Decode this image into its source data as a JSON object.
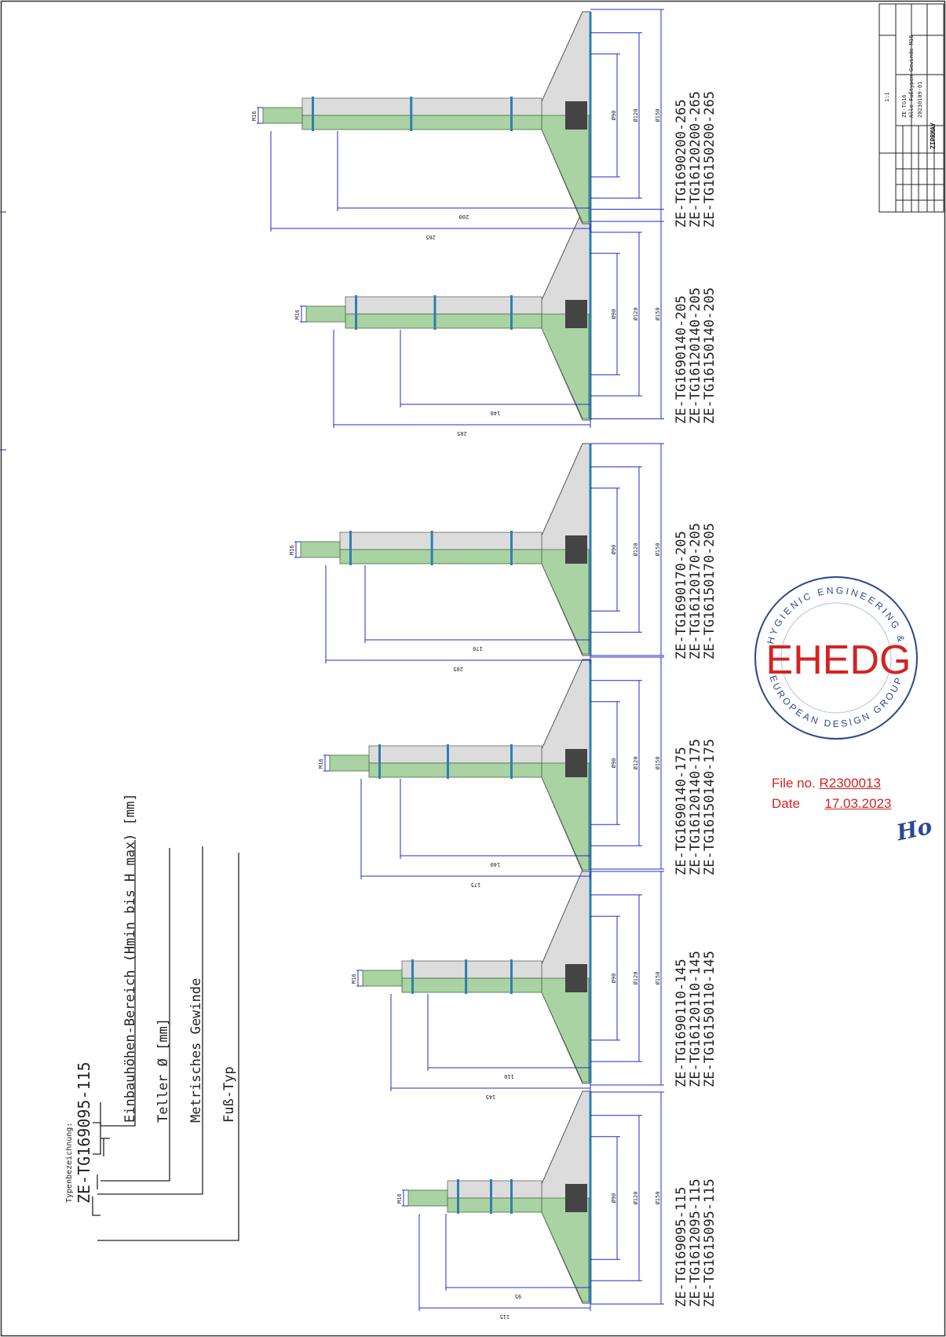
{
  "legend": {
    "caption": "Typenbezeichnung:",
    "code": "ZE-TG169095-115",
    "fields": [
      "Einbauhöhen-Bereich (Hmin bis H max) [mm]",
      "Teller Ø [mm]",
      "Metrisches Gewinde",
      "Fuß-Typ"
    ]
  },
  "variants": [
    {
      "codes": [
        "ZE-TG169095-115",
        "ZE-TG1612095-115",
        "ZE-TG1615095-115"
      ],
      "hmin": "95",
      "hmax": "115",
      "thread": "M16",
      "d1": "Ø90",
      "d2": "Ø120",
      "d3": "Ø150"
    },
    {
      "codes": [
        "ZE-TG1690110-145",
        "ZE-TG16120110-145",
        "ZE-TG16150110-145"
      ],
      "hmin": "110",
      "hmax": "145",
      "thread": "M16",
      "d1": "Ø90",
      "d2": "Ø120",
      "d3": "Ø150"
    },
    {
      "codes": [
        "ZE-TG1690140-175",
        "ZE-TG16120140-175",
        "ZE-TG16150140-175"
      ],
      "hmin": "140",
      "hmax": "175",
      "thread": "M16",
      "d1": "Ø90",
      "d2": "Ø120",
      "d3": "Ø150"
    },
    {
      "codes": [
        "ZE-TG1690170-205",
        "ZE-TG16120170-205",
        "ZE-TG16150170-205"
      ],
      "hmin": "170",
      "hmax": "205",
      "thread": "M16",
      "d1": "Ø90",
      "d2": "Ø120",
      "d3": "Ø150"
    },
    {
      "codes": [
        "ZE-TG1690140-205",
        "ZE-TG16120140-205",
        "ZE-TG16150140-205"
      ],
      "hmin": "140",
      "hmax": "205",
      "thread": "M16",
      "d1": "Ø90",
      "d2": "Ø120",
      "d3": "Ø150"
    },
    {
      "codes": [
        "ZE-TG1690200-265",
        "ZE-TG16120200-265",
        "ZE-TG16150200-265"
      ],
      "hmin": "200",
      "hmax": "265",
      "thread": "M16",
      "d1": "Ø90",
      "d2": "Ø120",
      "d3": "Ø150"
    }
  ],
  "stamp": {
    "ring_top": "HYGIENIC ENGINEERING &",
    "ring_bottom": "EUROPEAN DESIGN GROUP",
    "logo": "EHEDG",
    "file_label": "File no.",
    "file_no": "R2300013",
    "date_label": "Date",
    "date": "17.03.2023",
    "signature": "Ho"
  },
  "title_block": {
    "drawing_no": "ZE-TG16",
    "description": "Alle Fußtypen Gewinde M16",
    "date_code": "20230109-01",
    "company": "ZIPRMAY",
    "scale": "1:1"
  },
  "colors": {
    "dimension": "#1f2fc9",
    "section_fill": "#a9d3a2",
    "body_fill": "#dcdcdc",
    "seal": "#2f7fb0",
    "stamp_red": "#d42323",
    "stamp_ring": "#2b4a8f"
  }
}
